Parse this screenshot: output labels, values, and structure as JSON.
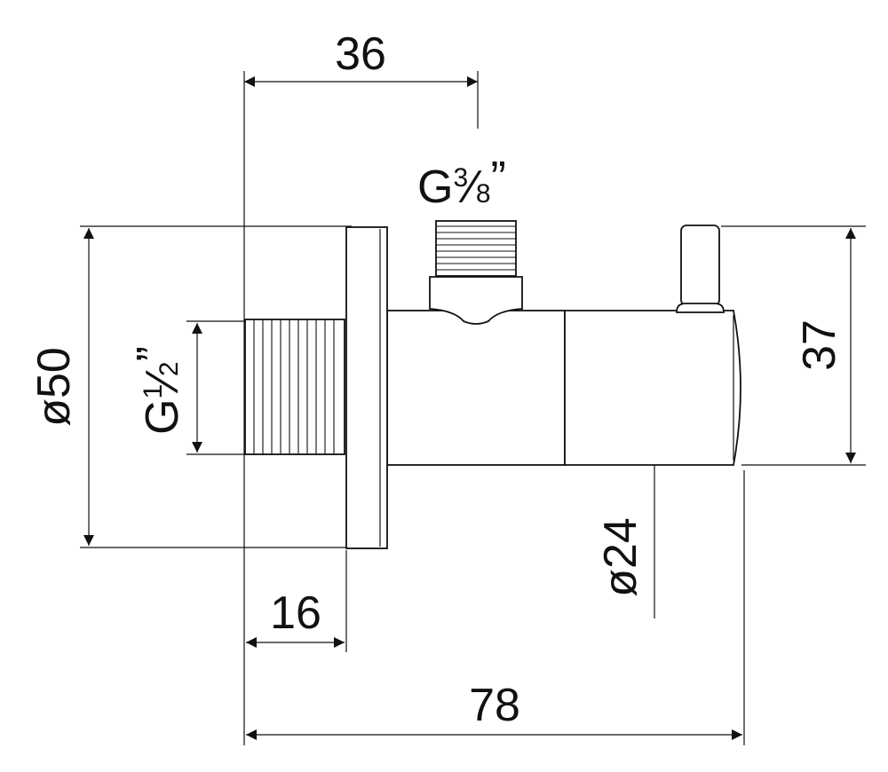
{
  "dimensions": {
    "top_offset": "36",
    "outlet_thread": {
      "prefix": "G",
      "num": "3",
      "den": "8",
      "suffix": "”"
    },
    "inlet_thread": {
      "prefix": "G",
      "num": "1",
      "den": "2",
      "suffix": "”"
    },
    "flange_diameter": "ø50",
    "body_diameter": "ø24",
    "height": "37",
    "thread_length": "16",
    "overall_length": "78"
  }
}
